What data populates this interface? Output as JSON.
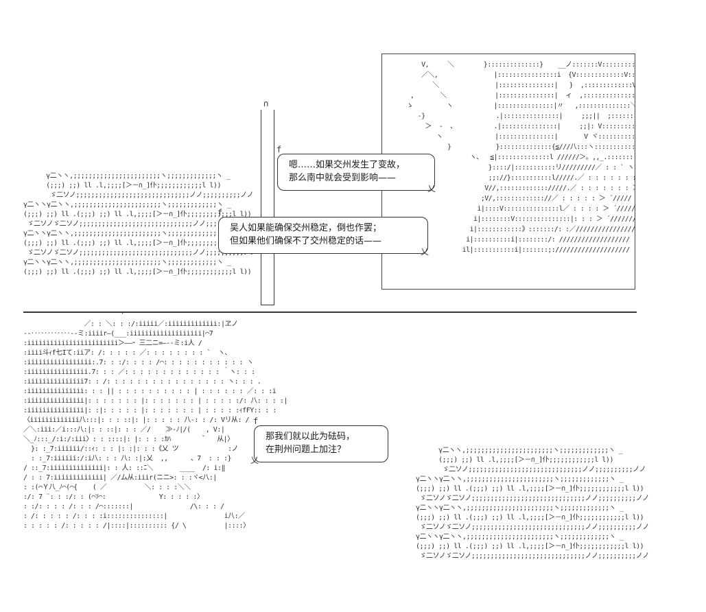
{
  "speech": {
    "bubble1": [
      "嗯……如果交州发生了变故，",
      "那么南中就会受到影响——"
    ],
    "bubble2": [
      "吴人如果能确保交州稳定，倒也作罢；",
      "但如果他们确保不了交州稳定的话——"
    ],
    "bubble3": [
      "那我们就以此为砝码，",
      "在荆州问题上加注？"
    ]
  }
}
